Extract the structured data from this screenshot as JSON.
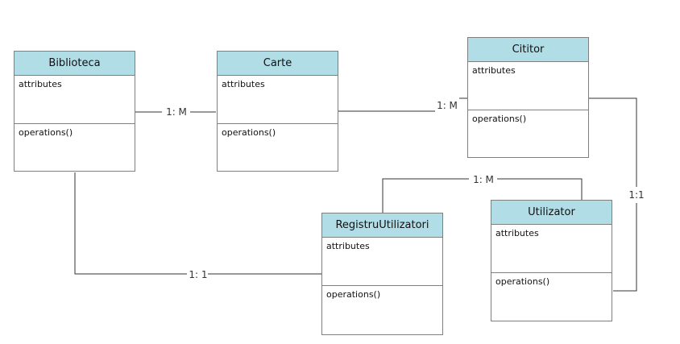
{
  "classes": {
    "biblioteca": {
      "name": "Biblioteca",
      "attributes": "attributes",
      "operations": "operations()"
    },
    "carte": {
      "name": "Carte",
      "attributes": "attributes",
      "operations": "operations()"
    },
    "cititor": {
      "name": "Cititor",
      "attributes": "attributes",
      "operations": "operations()"
    },
    "registru": {
      "name": "RegistruUtilizatori",
      "attributes": "attributes",
      "operations": "operations()"
    },
    "utilizator": {
      "name": "Utilizator",
      "attributes": "attributes",
      "operations": "operations()"
    }
  },
  "connections": {
    "biblioteca_carte": "1: M",
    "carte_cititor": "1: M",
    "registru_utilizator": "1: M",
    "cititor_utilizator": "1:1",
    "biblioteca_registru": "1: 1"
  },
  "colors": {
    "header": "#b1dde6",
    "border": "#7f7f7f",
    "line": "#333333"
  }
}
